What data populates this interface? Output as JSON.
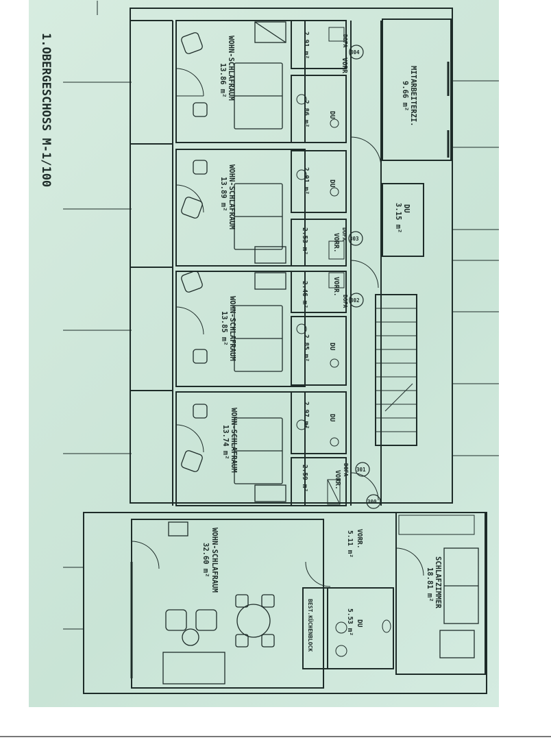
{
  "title": "1.OBERGESCHOSS  M-1/100",
  "colors": {
    "paper": "#cfe7da",
    "ink": "#1d2b28"
  },
  "rooms": [
    {
      "id": "r1",
      "name": "WOHN-SCHLAFRAUM",
      "area": "13.86 m²"
    },
    {
      "id": "r2",
      "name": "WOHN-SCHLAFRAUM",
      "area": "13.89 m²"
    },
    {
      "id": "r3",
      "name": "WOHN-SCHLAFRAUM",
      "area": "13.85 m²"
    },
    {
      "id": "r4",
      "name": "WOHN-SCHLAFRAUM",
      "area": "13.74 m²"
    },
    {
      "id": "r5",
      "name": "WOHN-SCHLAFRAUM",
      "area": "32.60 m²"
    },
    {
      "id": "mit",
      "name": "MITARBEITERZI.",
      "area": "9.66 m²"
    },
    {
      "id": "du-m",
      "name": "DU",
      "area": "3.15 m²"
    },
    {
      "id": "schlaf",
      "name": "SCHLAFZIMMER",
      "area": "18.81 m²"
    },
    {
      "id": "vorr-a",
      "name": "VORR.",
      "area": "2.91 m²"
    },
    {
      "id": "du-a",
      "name": "DU",
      "area": "2.86 m²"
    },
    {
      "id": "du-b",
      "name": "DU",
      "area": "2.91 m²"
    },
    {
      "id": "vorr-b",
      "name": "VORR.",
      "area": "2.53 m²"
    },
    {
      "id": "vorr-c",
      "name": "VORR.",
      "area": "2.46 m²"
    },
    {
      "id": "du-c",
      "name": "DU",
      "area": "2.85 m²"
    },
    {
      "id": "du-d",
      "name": "DU",
      "area": "2.97 m²"
    },
    {
      "id": "vorr-d",
      "name": "VORR.",
      "area": "2.59 m²"
    },
    {
      "id": "vorr-e",
      "name": "VORR.",
      "area": "5.11 m²"
    },
    {
      "id": "du-e",
      "name": "DU",
      "area": "5.53 m²"
    }
  ],
  "labels": {
    "dofa": "DOFA",
    "kitchen": "BEST.KÜCHENBLOCK"
  },
  "unit_numbers": [
    "304",
    "303",
    "302",
    "301",
    "300"
  ]
}
